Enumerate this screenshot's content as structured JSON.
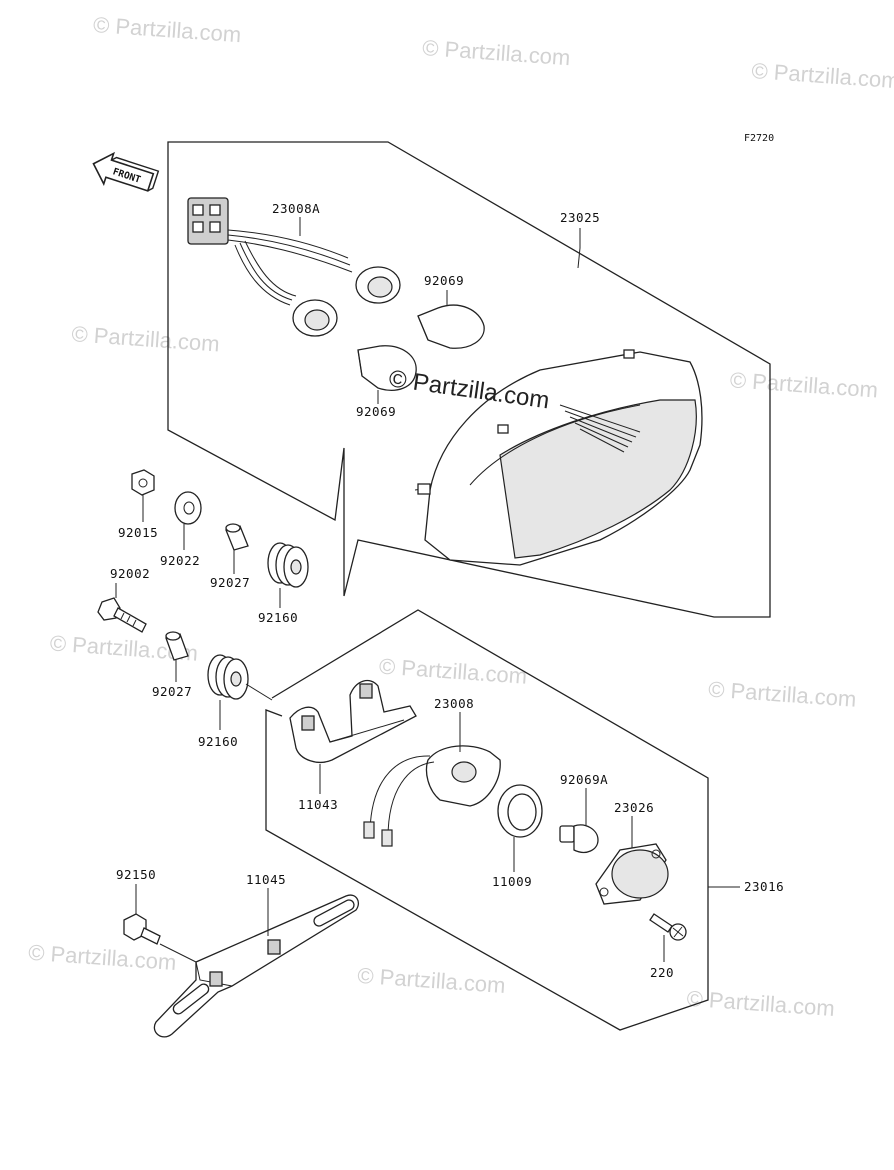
{
  "figure_code": "F2720",
  "front_label": "FRONT",
  "watermarks": {
    "repeated": "© Partzilla.com",
    "center": "© Partzilla.com"
  },
  "parts": {
    "p23008A": "23008A",
    "p23025": "23025",
    "p92069_top": "92069",
    "p92069_bottom": "92069",
    "p92015": "92015",
    "p92022": "92022",
    "p92027_upper": "92027",
    "p92002": "92002",
    "p92160_upper": "92160",
    "p92027_lower": "92027",
    "p92160_lower": "92160",
    "p23008": "23008",
    "p11043": "11043",
    "p92069A": "92069A",
    "p23026": "23026",
    "p11009": "11009",
    "p23016": "23016",
    "p92150": "92150",
    "p11045": "11045",
    "p220": "220"
  },
  "colors": {
    "line": "#222222",
    "watermark": "#d2d2d2",
    "background": "#ffffff"
  }
}
